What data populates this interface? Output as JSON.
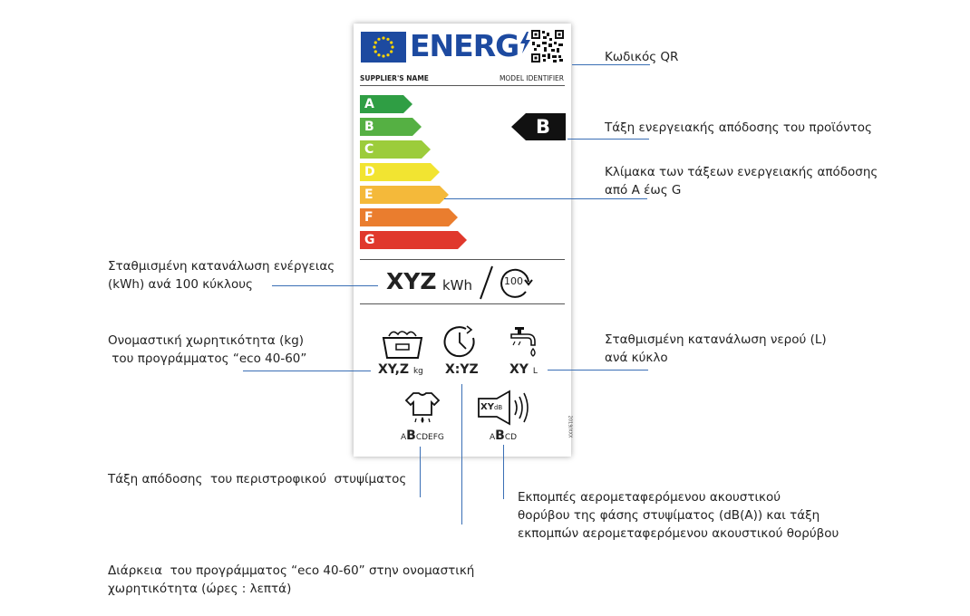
{
  "label": {
    "energy_word": "ENERG",
    "supplier": "SUPPLIER'S NAME",
    "model": "MODEL IDENTIFIER",
    "scale_classes": [
      "A",
      "B",
      "C",
      "D",
      "E",
      "F",
      "G"
    ],
    "scale_colors": [
      "#2f9e44",
      "#55b043",
      "#9ccc3b",
      "#f2e431",
      "#f4b93a",
      "#ea7d2e",
      "#e0382c"
    ],
    "product_class": "B",
    "energy_value": "XYZ",
    "energy_unit": "kWh",
    "cycles": "100",
    "capacity_value": "XY,Z",
    "capacity_unit": "kg",
    "duration_value": "X:YZ",
    "water_value": "XY",
    "water_unit": "L",
    "spin_scale": {
      "pre": "A",
      "sel": "B",
      "post": "CDEFG"
    },
    "noise_db_label": "XY",
    "noise_db_unit": "dB",
    "noise_scale": {
      "pre": "A",
      "sel": "B",
      "post": "CD"
    },
    "regulation_ref": "2019/XXX"
  },
  "annotations": {
    "qr": "Κωδικός QR",
    "product_class": "Τάξη ενεργειακής απόδοσης του προϊόντος",
    "scale": [
      "Κλίμακα των τάξεων ενεργειακής απόδοσης",
      "από A έως G"
    ],
    "energy": [
      "Σταθμισμένη κατανάλωση ενέργειας",
      "(kWh) ανά 100 κύκλους"
    ],
    "capacity": [
      "Ονομαστική χωρητικότητα (kg)",
      " του προγράμματος “eco 40-60”"
    ],
    "water": [
      "Σταθμισμένη κατανάλωση νερού (L)",
      "ανά κύκλο"
    ],
    "spin": "Τάξη απόδοσης  του περιστροφικού  στυψίματος",
    "duration": [
      "Διάρκεια  του προγράμματος “eco 40-60” στην ονομαστική",
      "χωρητικότητα (ώρες : λεπτά)"
    ],
    "noise": [
      "Εκπομπές αερομεταφερόμενου ακουστικού",
      "θορύβου της φάσης στυψίματος (dB(A)) και τάξη",
      "εκπομπών αερομεταφερόμενου ακουστικού θορύβου"
    ]
  }
}
